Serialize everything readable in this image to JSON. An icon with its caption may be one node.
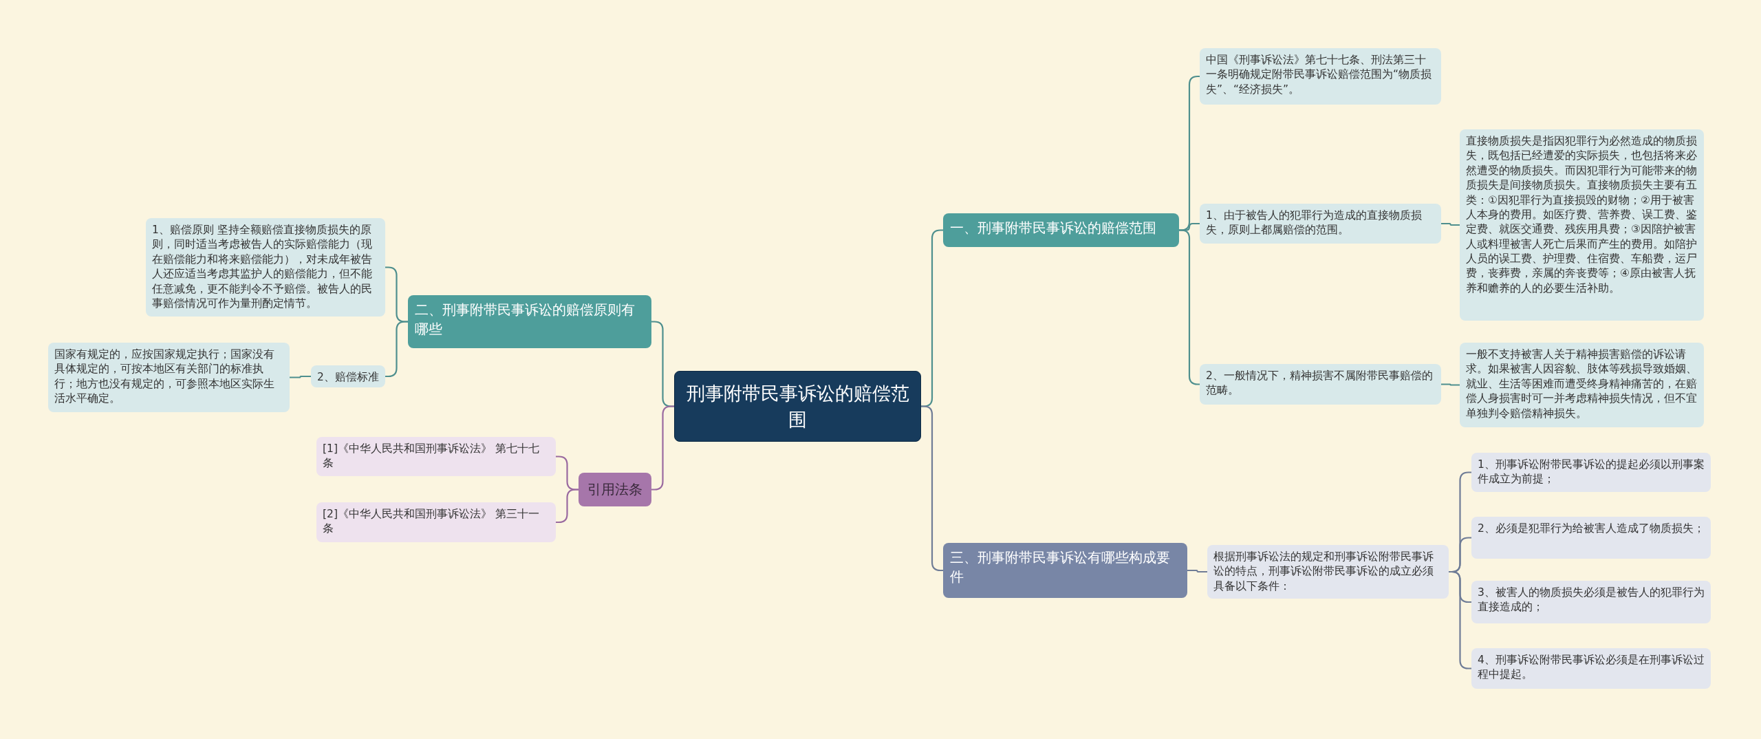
{
  "diagram": {
    "nodes": [
      {
        "text": [
          "刑事附带民事诉讼的赔偿范围"
        ]
      },
      {
        "text": [
          "一、刑事附带民事诉讼的赔偿范围"
        ]
      },
      {
        "text": [
          "中国《刑事诉讼法》第七十七条、刑法第三十一条明确规定附带民事诉讼赔偿范围为“物质损失”、“经济损失”。"
        ]
      },
      {
        "text": [
          "1、由于被告人的犯罪行为造成的直接物质损失，原则上都属赔偿的范围。"
        ]
      },
      {
        "text": [
          "直接物质损失是指因犯罪行为必然造成的物质损失，既包括已经遭爱的实际损失，也包括将来必然遭受的物质损失。而因犯罪行为可能带来的物质损失是间接物质损失。直接物质损失主要有五类：①因犯罪行为直接损毁的财物；②用于被害人本身的费用。如医疗费、营养费、误工费、鉴定费、就医交通费、残疾用具费；③因陪护被害人或料理被害人死亡后果而产生的费用。如陪护人员的误工费、护理费、住宿费、车船费，运尸费，丧葬费，亲属的奔丧费等；④原由被害人抚养和赡养的人的必要生活补助。"
        ]
      },
      {
        "text": [
          "2、一般情况下，精神损害不属附带民事赔偿的范畴。"
        ]
      },
      {
        "text": [
          "一般不支持被害人关于精神损害赔偿的诉讼请求。如果被害人因容貌、肢体等残损导致婚姻、就业、生活等困难而遭受终身精神痛苦的，在赔偿人身损害时可一并考虑精神损失情况，但不宜单独判令赔偿精神损失。"
        ]
      },
      {
        "text": [
          "三、刑事附带民事诉讼有哪些构成要件"
        ]
      },
      {
        "text": [
          "根据刑事诉讼法的规定和刑事诉讼附带民事诉讼的特点，刑事诉讼附带民事诉讼的成立必须具备以下条件："
        ]
      },
      {
        "text": [
          "1、刑事诉讼附带民事诉讼的提起必须以刑事案件成立为前提；"
        ]
      },
      {
        "text": [
          "2、必须是犯罪行为给被害人造成了物质损失；"
        ]
      },
      {
        "text": [
          "3、被害人的物质损失必须是被告人的犯罪行为直接造成的；"
        ]
      },
      {
        "text": [
          "4、刑事诉讼附带民事诉讼必须是在刑事诉讼过程中提起。"
        ]
      },
      {
        "text": [
          "二、刑事附带民事诉讼的赔偿原则有哪些"
        ]
      },
      {
        "text": [
          "1、赔偿原则 坚持全额赔偿直接物质损失的原则，同时适当考虑被告人的实际赔偿能力（现在赔偿能力和将来赔偿能力），对未成年被告人还应适当考虑其监护人的赔偿能力，但不能任意减免，更不能判令不予赔偿。被告人的民事赔偿情况可作为量刑酌定情节。"
        ]
      },
      {
        "text": [
          "2、赔偿标准"
        ]
      },
      {
        "text": [
          "国家有规定的，应按国家规定执行；国家没有具体规定的，可按本地区有关部门的标准执行；地方也没有规定的，可参照本地区实际生活水平确定。"
        ]
      },
      {
        "text": [
          "引用法条"
        ]
      },
      {
        "text": [
          "[1]《中华人民共和国刑事诉讼法》 第七十七条"
        ]
      },
      {
        "text": [
          "[2]《中华人民共和国刑事诉讼法》 第三十一条"
        ]
      }
    ],
    "edges": [
      {
        "from": 0,
        "to": 1,
        "arrow": "none"
      },
      {
        "from": 1,
        "to": 2,
        "arrow": "none"
      },
      {
        "from": 1,
        "to": 3,
        "arrow": "none"
      },
      {
        "from": 3,
        "to": 4,
        "arrow": "none"
      },
      {
        "from": 1,
        "to": 5,
        "arrow": "none"
      },
      {
        "from": 5,
        "to": 6,
        "arrow": "none"
      },
      {
        "from": 0,
        "to": 7,
        "arrow": "none",
        "color": "#6f7c96"
      },
      {
        "from": 7,
        "to": 8,
        "arrow": "none",
        "color": "#6f7c96"
      },
      {
        "from": 8,
        "to": 9,
        "arrow": "none",
        "color": "#6f7c96"
      },
      {
        "from": 8,
        "to": 10,
        "arrow": "none",
        "color": "#6f7c96"
      },
      {
        "from": 8,
        "to": 11,
        "arrow": "none",
        "color": "#6f7c96"
      },
      {
        "from": 8,
        "to": 12,
        "arrow": "none",
        "color": "#6f7c96"
      },
      {
        "from": 0,
        "to": 13,
        "arrow": "none"
      },
      {
        "from": 13,
        "to": 14,
        "arrow": "none"
      },
      {
        "from": 13,
        "to": 15,
        "arrow": "none"
      },
      {
        "from": 15,
        "to": 16,
        "arrow": "none"
      },
      {
        "from": 0,
        "to": 17,
        "arrow": "none",
        "color": "#9a6aa0"
      },
      {
        "from": 17,
        "to": 18,
        "arrow": "none",
        "color": "#9a6aa0"
      },
      {
        "from": 17,
        "to": 19,
        "arrow": "none",
        "color": "#9a6aa0"
      }
    ]
  }
}
